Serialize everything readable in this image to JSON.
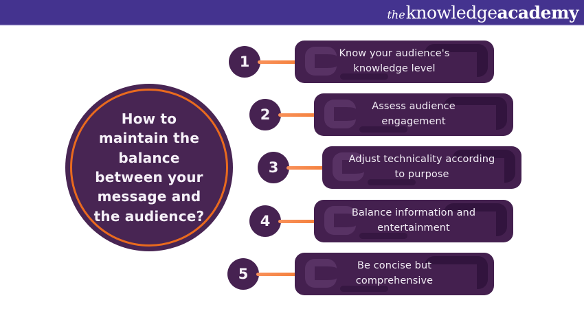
{
  "header": {
    "logo_the": "the",
    "logo_knowledge": "knowledge",
    "logo_academy": "academy"
  },
  "question": {
    "text": "How to\nmaintain the\nbalance\nbetween your\nmessage and\nthe audience?"
  },
  "items": [
    {
      "number": "1",
      "label": "Know your audience's\nknowledge level"
    },
    {
      "number": "2",
      "label": "Assess audience\nengagement"
    },
    {
      "number": "3",
      "label": "Adjust technicality according\nto purpose"
    },
    {
      "number": "4",
      "label": "Balance information and\nentertainment"
    },
    {
      "number": "5",
      "label": "Be concise but\ncomprehensive"
    }
  ],
  "colors": {
    "header_bg": "#44338f",
    "panel_purple": "#44204f",
    "circle_purple": "#482553",
    "ring_orange": "#e96a1e",
    "connector_orange": "#f4803c",
    "text_light": "#f2edf5"
  }
}
